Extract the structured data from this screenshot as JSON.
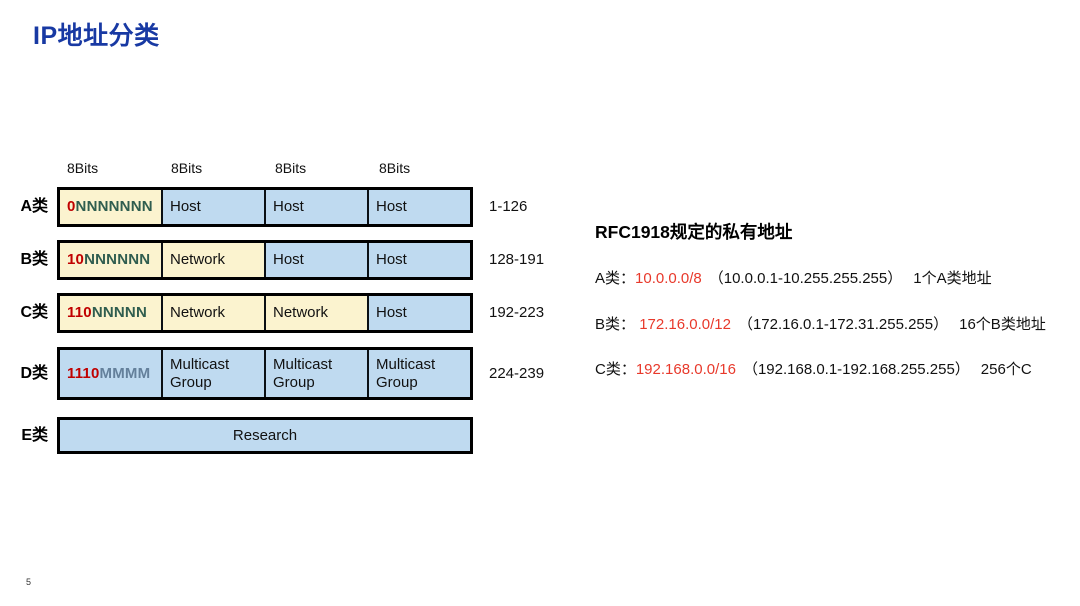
{
  "slide": {
    "title": "IP地址分类",
    "page_number": "5"
  },
  "colors": {
    "title": "#1839A3",
    "bit_red": "#C00000",
    "bit_green": "#2F5D4F",
    "bit_slate": "#64809B",
    "cell_yellow": "#FBF3CF",
    "cell_blue": "#BFDAF0",
    "cidr_red": "#E8392B",
    "text": "#111111"
  },
  "diagram": {
    "bits_headers": [
      "8Bits",
      "8Bits",
      "8Bits",
      "8Bits"
    ],
    "rows": [
      {
        "label": "A类",
        "range": "1-126",
        "cells": [
          {
            "parts": [
              {
                "text": "0",
                "color": "bit_red"
              },
              {
                "text": "NNNNNNN",
                "color": "bit_green"
              }
            ],
            "bg": "cell_yellow",
            "bold": true
          },
          {
            "parts": [
              {
                "text": "Host"
              }
            ],
            "bg": "cell_blue"
          },
          {
            "parts": [
              {
                "text": "Host"
              }
            ],
            "bg": "cell_blue"
          },
          {
            "parts": [
              {
                "text": "Host"
              }
            ],
            "bg": "cell_blue"
          }
        ]
      },
      {
        "label": "B类",
        "range": "128-191",
        "cells": [
          {
            "parts": [
              {
                "text": "10",
                "color": "bit_red"
              },
              {
                "text": "NNNNNN",
                "color": "bit_green"
              }
            ],
            "bg": "cell_yellow",
            "bold": true
          },
          {
            "parts": [
              {
                "text": "Network"
              }
            ],
            "bg": "cell_yellow"
          },
          {
            "parts": [
              {
                "text": "Host"
              }
            ],
            "bg": "cell_blue"
          },
          {
            "parts": [
              {
                "text": "Host"
              }
            ],
            "bg": "cell_blue"
          }
        ]
      },
      {
        "label": "C类",
        "range": "192-223",
        "cells": [
          {
            "parts": [
              {
                "text": "110",
                "color": "bit_red"
              },
              {
                "text": "NNNNN",
                "color": "bit_green"
              }
            ],
            "bg": "cell_yellow",
            "bold": true
          },
          {
            "parts": [
              {
                "text": "Network"
              }
            ],
            "bg": "cell_yellow"
          },
          {
            "parts": [
              {
                "text": "Network"
              }
            ],
            "bg": "cell_yellow"
          },
          {
            "parts": [
              {
                "text": "Host"
              }
            ],
            "bg": "cell_blue"
          }
        ]
      },
      {
        "label": "D类",
        "range": "224-239",
        "cells": [
          {
            "parts": [
              {
                "text": "1110",
                "color": "bit_red"
              },
              {
                "text": "MMMM",
                "color": "bit_slate"
              }
            ],
            "bg": "cell_blue",
            "bold": true
          },
          {
            "parts": [
              {
                "text": "Multicast Group"
              }
            ],
            "bg": "cell_blue"
          },
          {
            "parts": [
              {
                "text": "Multicast Group"
              }
            ],
            "bg": "cell_blue"
          },
          {
            "parts": [
              {
                "text": "Multicast Group"
              }
            ],
            "bg": "cell_blue"
          }
        ]
      },
      {
        "label": "E类",
        "range": "",
        "cells": [
          {
            "parts": [
              {
                "text": "Research"
              }
            ],
            "bg": "cell_blue",
            "center": true
          }
        ]
      }
    ]
  },
  "rfc_panel": {
    "heading": "RFC1918规定的私有地址",
    "entries": [
      {
        "label": "A类：",
        "cidr": "10.0.0.0/8",
        "range": "（10.0.0.1-10.255.255.255）",
        "count": "1个A类地址"
      },
      {
        "label": "B类： ",
        "cidr": "172.16.0.0/12",
        "range": "（172.16.0.1-172.31.255.255）",
        "count": "16个B类地址"
      },
      {
        "label": "C类：",
        "cidr": "192.168.0.0/16",
        "range": "（192.168.0.1-192.168.255.255）",
        "count": "256个C"
      }
    ]
  }
}
